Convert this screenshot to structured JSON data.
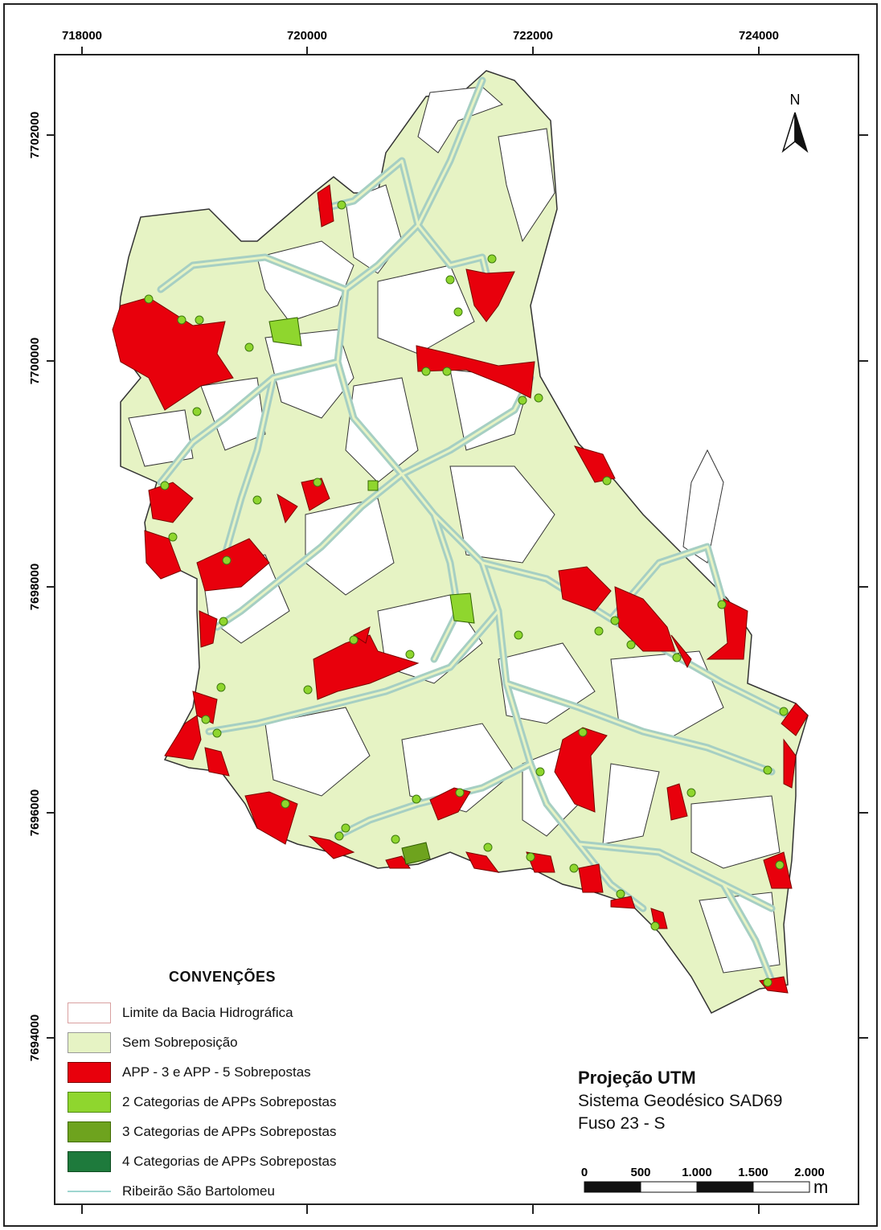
{
  "map": {
    "axes": {
      "x_ticks": [
        "718000",
        "720000",
        "722000",
        "724000"
      ],
      "y_ticks": [
        "7702000",
        "7700000",
        "7698000",
        "7696000",
        "7694000"
      ]
    },
    "north_arrow": {
      "label": "N",
      "icon": "north-arrow-icon"
    },
    "colors": {
      "basin_boundary": "#d9a0a0",
      "no_overlap": "#e6f3c4",
      "app3_app5": "#e8000c",
      "two_categories": "#8fd62e",
      "three_categories": "#6ea31e",
      "four_categories": "#1e7a3c",
      "stream": "#b9e2dc",
      "background": "#ffffff"
    }
  },
  "legend": {
    "title": "CONVENÇÕES",
    "items": [
      {
        "label": "Limite da Bacia Hidrográfica",
        "swatch": "boundary"
      },
      {
        "label": "Sem Sobreposição",
        "swatch": "no_overlap"
      },
      {
        "label": "APP - 3 e APP - 5 Sobrepostas",
        "swatch": "app3_app5"
      },
      {
        "label": "2 Categorias de APPs Sobrepostas",
        "swatch": "two_categories"
      },
      {
        "label": "3 Categorias de APPs Sobrepostas",
        "swatch": "three_categories"
      },
      {
        "label": "4 Categorias de APPs Sobrepostas",
        "swatch": "four_categories"
      },
      {
        "label": "Ribeirão São Bartolomeu",
        "swatch": "stream"
      }
    ]
  },
  "projection": {
    "title": "Projeção UTM",
    "lines": [
      "Sistema Geodésico SAD69",
      "Fuso 23 - S"
    ]
  },
  "scale_bar": {
    "labels": [
      "0",
      "500",
      "1.000",
      "1.500",
      "2.000"
    ],
    "unit": "m"
  }
}
